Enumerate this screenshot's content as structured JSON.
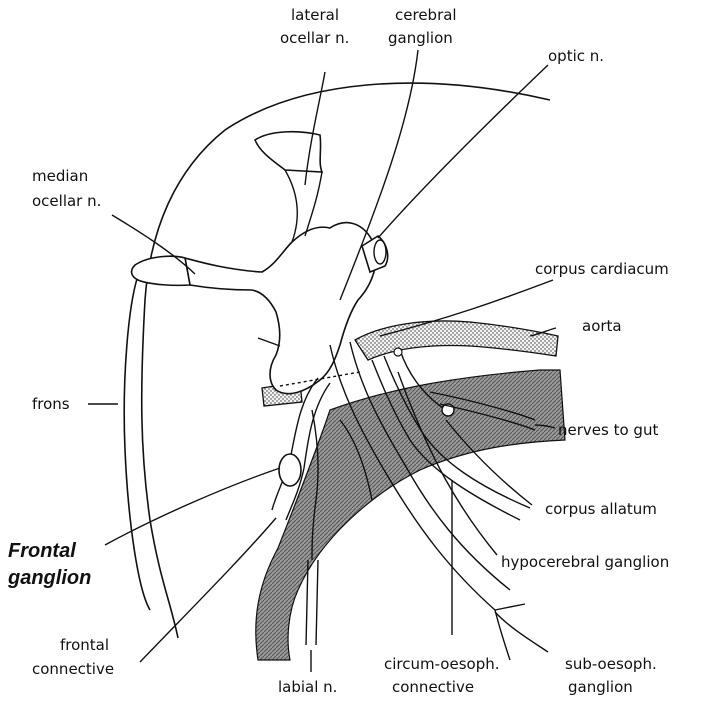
{
  "labels": {
    "lateral_ocellar_1": "lateral",
    "lateral_ocellar_2": "ocellar n.",
    "cerebral_1": "cerebral",
    "cerebral_2": "ganglion",
    "optic": "optic n.",
    "median_ocellar_1": "median",
    "median_ocellar_2": "ocellar n.",
    "corpus_cardiacum": "corpus cardiacum",
    "aorta": "aorta",
    "frons": "frons",
    "nerves_to_gut": "nerves to gut",
    "corpus_allatum": "corpus allatum",
    "frontal_ganglion_1": "Frontal",
    "frontal_ganglion_2": "ganglion",
    "hypocerebral": "hypocerebral ganglion",
    "frontal_connective_1": "frontal",
    "frontal_connective_2": "connective",
    "labial": "labial n.",
    "circum_1": "circum-oesoph.",
    "circum_2": "connective",
    "sub_1": "sub-oesoph.",
    "sub_2": "ganglion"
  },
  "colors": {
    "ink": "#111111",
    "background": "#ffffff"
  }
}
